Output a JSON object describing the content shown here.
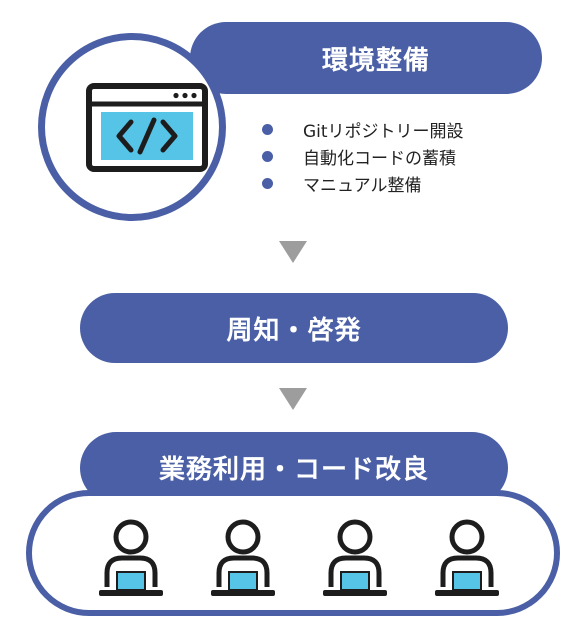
{
  "stages": {
    "environment": {
      "title": "環境整備",
      "items": [
        "Gitリポジトリー開設",
        "自動化コードの蓄積",
        "マニュアル整備"
      ],
      "icon": "code-window-icon"
    },
    "publicity": {
      "title": "周知・啓発"
    },
    "usage": {
      "title": "業務利用・コード改良",
      "user_count": 4,
      "icon": "user-with-laptop-icon"
    }
  },
  "colors": {
    "primary": "#4a5fa5",
    "arrow": "#9d9d9d",
    "screen": "#55c4e6"
  }
}
